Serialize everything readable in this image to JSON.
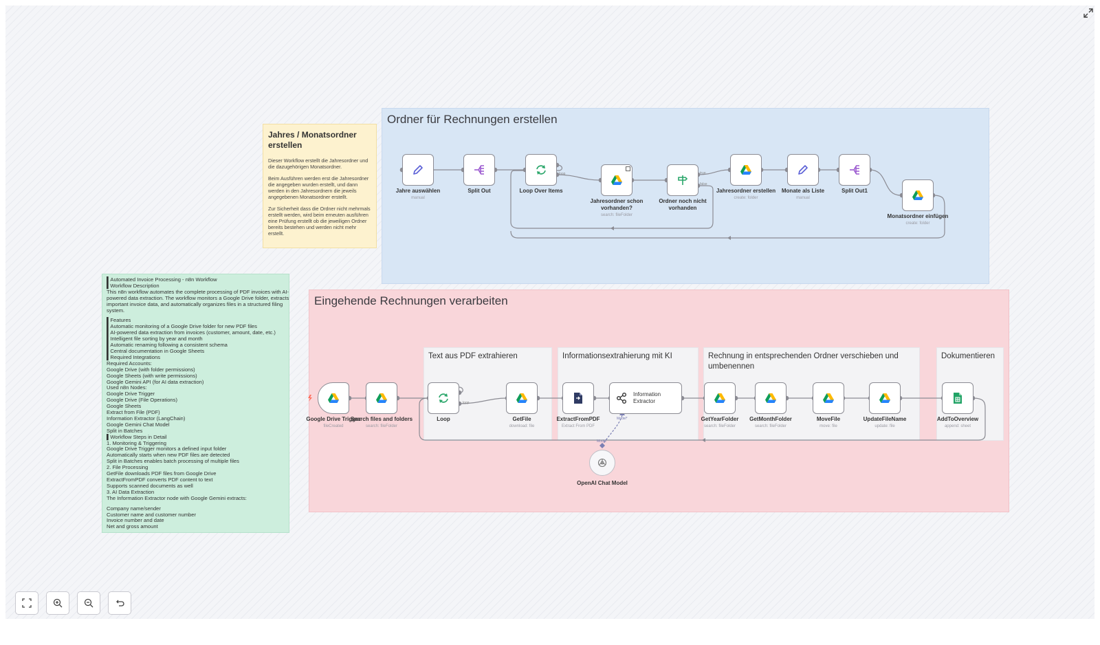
{
  "stickies": {
    "yellow": {
      "title": "Jahres / Monatsordner erstellen",
      "p1": "Dieser Workflow erstellt die Jahresordner und die dazugehörigen Monatsordner.",
      "p2": "Beim Ausführen werden erst die Jahresordner die angegeben wurden erstellt, und dann werden in den Jahresordnern die jeweils angegebenen Monatsordner erstellt.",
      "p3": "Zur Sicherheit dass die Ordner nicht mehrmals erstellt werden, wird beim erneuten ausführen eine Prüfung erstellt ob die jeweiligen Ordner bereits bestehen und werden nicht mehr erstellt."
    },
    "blue": {
      "title": "Ordner für Rechnungen erstellen"
    },
    "red": {
      "title": "Eingehende Rechnungen verarbeiten"
    },
    "sub1": {
      "title": "Text aus PDF extrahieren"
    },
    "sub2": {
      "title": "Informationsextrahierung mit KI"
    },
    "sub3": {
      "title": "Rechnung in entsprechenden Ordner verschieben und umbenennen"
    },
    "sub4": {
      "title": "Dokumentieren"
    },
    "green": {
      "lines": [
        "▌Automated Invoice Processing - n8n Workflow",
        "▌Workflow Description",
        "This n8n workflow automates the complete processing of PDF invoices with AI-",
        "powered data extraction. The workflow monitors a Google Drive folder, extracts",
        "important invoice data, and automatically organizes files in a structured filing",
        "system.",
        "",
        "▌Features",
        "▌Automatic monitoring of a Google Drive folder for new PDF files",
        "▌AI-powered data extraction from invoices (customer, amount, date, etc.)",
        "▌Intelligent file sorting by year and month",
        "▌Automatic renaming following a consistent schema",
        "▌Central documentation in Google Sheets",
        "▌Required Integrations",
        "Required Accounts:",
        "Google Drive (with folder permissions)",
        "Google Sheets (with write permissions)",
        "Google Gemini API (for AI data extraction)",
        "Used n8n Nodes:",
        "Google Drive Trigger",
        "Google Drive (File Operations)",
        "Google Sheets",
        "Extract from File (PDF)",
        "Information Extractor (LangChain)",
        "Google Gemini Chat Model",
        "Split in Batches",
        "▌Workflow Steps in Detail",
        "1. Monitoring & Triggering",
        "    Google Drive Trigger monitors a defined input folder",
        "    Automatically starts when new PDF files are detected",
        "    Split in Batches enables batch processing of multiple files",
        "2. File Processing",
        "    GetFile downloads PDF files from Google Drive",
        "    ExtractFromPDF converts PDF content to text",
        "    Supports scanned documents as well",
        "3. AI Data Extraction",
        "    The Information Extractor node with Google Gemini extracts:",
        "",
        "    Company name/sender",
        "    Customer name and customer number",
        "    Invoice number and date",
        "    Net and gross amount"
      ]
    }
  },
  "nodes": {
    "jahre_auswaehlen": {
      "label": "Jahre auswählen",
      "sub": "manual",
      "icon": "pencil-icon"
    },
    "split_out": {
      "label": "Split Out",
      "sub": "",
      "icon": "split-icon"
    },
    "loop_over_items": {
      "label": "Loop Over Items",
      "sub": "",
      "icon": "loop-icon"
    },
    "jahresordner_schon": {
      "label1": "Jahresordner schon",
      "label2": "vorhanden?",
      "sub": "search: fileFolder",
      "icon": "google-drive-icon"
    },
    "ordner_noch_nicht": {
      "label1": "Ordner noch nicht",
      "label2": "vorhanden",
      "icon": "signpost-icon"
    },
    "jahresordner_erstellen": {
      "label": "Jahresordner erstellen",
      "sub": "create: folder",
      "icon": "google-drive-icon"
    },
    "monate_als_liste": {
      "label": "Monate als Liste",
      "sub": "manual",
      "icon": "pencil-icon"
    },
    "split_out1": {
      "label": "Split Out1",
      "sub": "",
      "icon": "split-icon"
    },
    "monatsordner_einfuegen": {
      "label": "Monatsordner einfügen",
      "sub": "create: folder",
      "icon": "google-drive-icon"
    },
    "google_drive_trigger": {
      "label": "Google Drive Trigger",
      "sub": "fileCreated",
      "icon": "google-drive-icon"
    },
    "search_files": {
      "label": "Search files and folders",
      "sub": "search: fileFolder",
      "icon": "google-drive-icon"
    },
    "loop": {
      "label": "Loop",
      "sub": "",
      "icon": "loop-icon"
    },
    "getfile": {
      "label": "GetFile",
      "sub": "download: file",
      "icon": "google-drive-icon"
    },
    "extractfrompdf": {
      "label": "ExtractFromPDF",
      "sub": "Extract From PDF",
      "icon": "pdf-extract-icon"
    },
    "information_extractor": {
      "label1": "Information",
      "label2": "Extractor",
      "icon": "extractor-icon"
    },
    "getyearfolder": {
      "label": "GetYearFolder",
      "sub": "search: fileFolder",
      "icon": "google-drive-icon"
    },
    "getmonthfolder": {
      "label": "GetMonthFolder",
      "sub": "search: fileFolder",
      "icon": "google-drive-icon"
    },
    "movefile": {
      "label": "MoveFile",
      "sub": "move: file",
      "icon": "google-drive-icon"
    },
    "updatefilename": {
      "label": "UpdateFileName",
      "sub": "update: file",
      "icon": "google-drive-icon"
    },
    "addtooverview": {
      "label": "AddToOverview",
      "sub": "append: sheet",
      "icon": "google-sheets-icon"
    },
    "openai_chat_model": {
      "label": "OpenAI Chat Model",
      "icon": "openai-icon"
    }
  },
  "edge_labels": {
    "loop1": "loop",
    "true": "true",
    "false": "false",
    "loop2": "loop",
    "model1": "Model*",
    "model2": "Model"
  },
  "controls": {
    "fit": "fit-view-icon",
    "zoom_in": "zoom-in-icon",
    "zoom_out": "zoom-out-icon",
    "reset": "undo-icon",
    "expand": "expand-icon"
  },
  "colors": {
    "sticky_yellow": "#fdf2cf",
    "sticky_blue": "#d8e6f5",
    "sticky_red": "#f9d6da",
    "sticky_green": "#cdeedd",
    "node_border": "#8b8b93",
    "edge": "#8b8b93",
    "ai_edge": "#7b7fb3",
    "trigger_bolt": "#ff6d5a"
  }
}
